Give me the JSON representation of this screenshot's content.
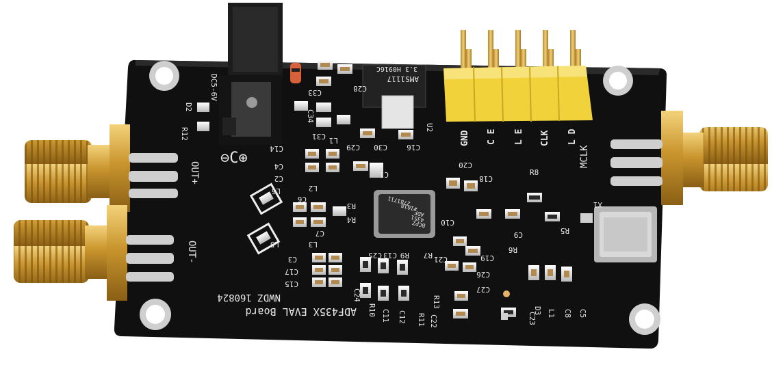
{
  "board": {
    "name_line": "ADF435X EVAL Board",
    "code_line": "NWDZ 160824",
    "power_label": "DC5-6V",
    "polarity": "⊖C⊕",
    "connectors": {
      "out_plus": "OUT+",
      "out_minus": "OUT-",
      "mclk": "MCLK"
    },
    "header_pins": [
      "GND",
      "C E",
      "L E",
      "CLK",
      "L D"
    ],
    "regulator": {
      "line1": "AMS1117",
      "line2": "3.3 H0916C"
    },
    "chip": {
      "line1": "ADF",
      "line2": "4351",
      "line3": "BCPZ",
      "line4": "#1618",
      "line5": "2781711"
    },
    "crystal_label": "X1",
    "refdes": [
      "D2",
      "R12",
      "C33",
      "C28",
      "C34",
      "C31",
      "C14",
      "L1",
      "C29",
      "C30",
      "C16",
      "U2",
      "C4",
      "C2",
      "C1",
      "L2",
      "C20",
      "C18",
      "R8",
      "L6",
      "C6",
      "R3",
      "R4",
      "C10",
      "C9",
      "R5",
      "L5",
      "C7",
      "L3",
      "C25",
      "C13",
      "R9",
      "R7",
      "R6",
      "C21",
      "C3",
      "C17",
      "C15",
      "C19",
      "C26",
      "C27",
      "C24",
      "R13",
      "C22",
      "D3",
      "C23",
      "L1",
      "C8",
      "C5",
      "R10",
      "C11",
      "C12",
      "R11"
    ]
  }
}
